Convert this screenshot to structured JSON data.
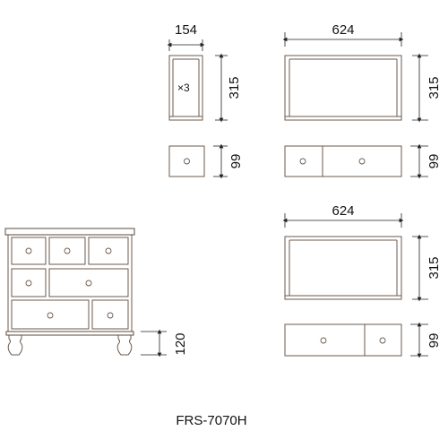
{
  "dims": {
    "small_width": "154",
    "small_height": "315",
    "small_count": "×3",
    "front_height": "99",
    "large_width_top": "624",
    "large_height_top": "315",
    "large_front_height_top": "99",
    "large_width_bottom": "624",
    "large_height_bottom": "315",
    "large_front_height_bottom": "99",
    "leg_height": "120"
  },
  "model": "FRS-7070H",
  "colors": {
    "line": "#6b5a4e",
    "dimension": "#222222"
  }
}
